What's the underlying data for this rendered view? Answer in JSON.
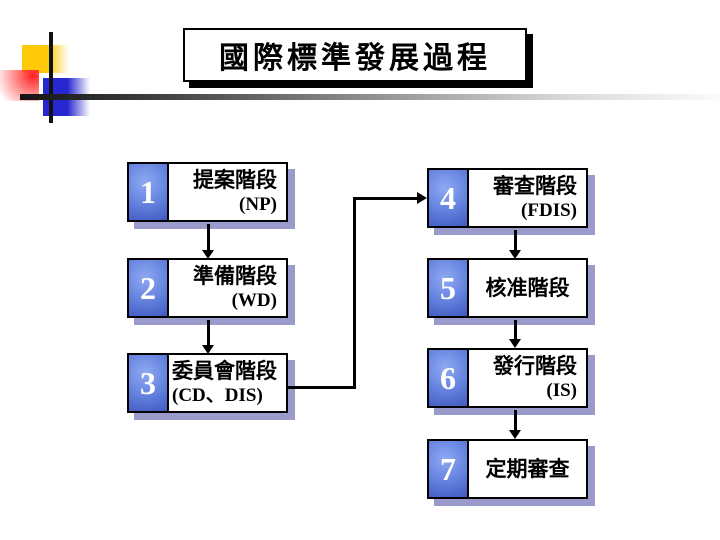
{
  "slide": {
    "title": "國際標準發展過程"
  },
  "steps": [
    {
      "num": "1",
      "label": "提案階段",
      "code": "(NP)"
    },
    {
      "num": "2",
      "label": "準備階段",
      "code": "(WD)"
    },
    {
      "num": "3",
      "label": "委員會階段",
      "code": "(CD、DIS)"
    },
    {
      "num": "4",
      "label": "審查階段",
      "code": "(FDIS)"
    },
    {
      "num": "5",
      "label": "核准階段",
      "code": ""
    },
    {
      "num": "6",
      "label": "發行階段",
      "code": "(IS)"
    },
    {
      "num": "7",
      "label": "定期審查",
      "code": ""
    }
  ],
  "colors": {
    "tab_blue_light": "#8fa9f2",
    "tab_blue_dark": "#4059c0",
    "box_shadow_lavender": "#9b9bcb",
    "title_shadow": "#000000",
    "accent_yellow": "#ffc90a",
    "accent_red": "#ff1f1f",
    "accent_blue": "#2727cf",
    "line_color": "#000000"
  }
}
